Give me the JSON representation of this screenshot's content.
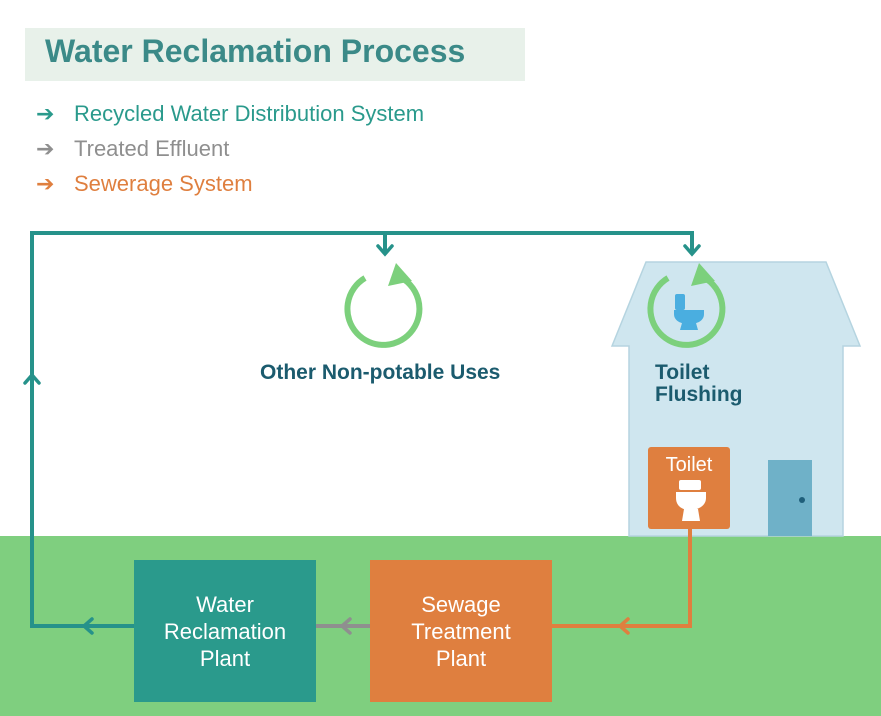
{
  "title": "Water Reclamation Process",
  "legend": [
    {
      "label": "Recycled Water Distribution System",
      "color": "#2a9a8c"
    },
    {
      "label": "Treated Effluent",
      "color": "#8f8f8f"
    },
    {
      "label": "Sewerage System",
      "color": "#df7f3f"
    }
  ],
  "legend_arrow": "➔",
  "nodes": {
    "other_uses": "Other Non-potable Uses",
    "toilet_flushing": "Toilet\nFlushing",
    "toilet": "Toilet",
    "water_reclamation_plant": "Water\nReclamation\nPlant",
    "sewage_treatment_plant": "Sewage\nTreatment\nPlant"
  },
  "colors": {
    "recycled_line": "#26928a",
    "treated_line": "#8f8f8f",
    "sewer_line": "#df7f3f",
    "recycle_icon": "#7cd07c",
    "ground": "#7fcf7f",
    "house": "#cfe6ef",
    "plant_teal": "#2a9a8c",
    "plant_orange": "#df7f3f",
    "door": "#6fb1c8"
  },
  "icons": [
    "recycle-icon",
    "toilet-icon",
    "door-icon",
    "arrow-icon"
  ]
}
